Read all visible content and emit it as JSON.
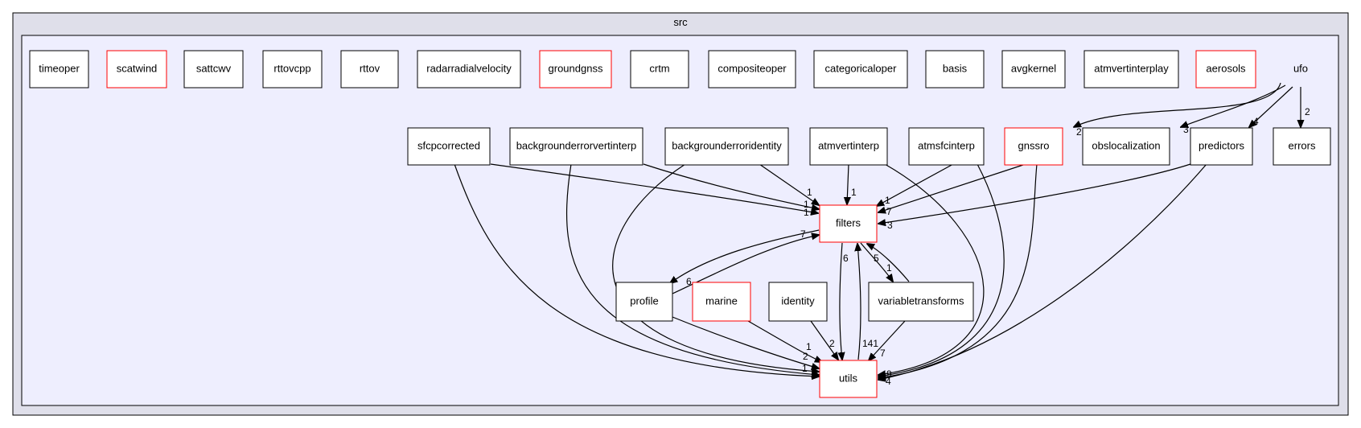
{
  "clusters": {
    "outer_label": "src",
    "inner_label": "ufo"
  },
  "nodes": {
    "timeoper": "timeoper",
    "scatwind": "scatwind",
    "sattcwv": "sattcwv",
    "rttovcpp": "rttovcpp",
    "rttov": "rttov",
    "radarradialvelocity": "radarradialvelocity",
    "groundgnss": "groundgnss",
    "crtm": "crtm",
    "compositeoper": "compositeoper",
    "categoricaloper": "categoricaloper",
    "basis": "basis",
    "avgkernel": "avgkernel",
    "atmvertinterplay": "atmvertinterplay",
    "aerosols": "aerosols",
    "sfcpcorrected": "sfcpcorrected",
    "backgrounderrorvertinterp": "backgrounderrorvertinterp",
    "backgrounderroridentity": "backgrounderroridentity",
    "atmvertinterp": "atmvertinterp",
    "atmsfcinterp": "atmsfcinterp",
    "gnssro": "gnssro",
    "obslocalization": "obslocalization",
    "predictors": "predictors",
    "errors": "errors",
    "filters": "filters",
    "profile": "profile",
    "marine": "marine",
    "identity": "identity",
    "variabletransforms": "variabletransforms",
    "utils": "utils"
  },
  "edge_labels": {
    "ufo_gnssro": "2",
    "ufo_obslocalization": "3",
    "ufo_predictors": "4",
    "ufo_errors": "2",
    "bei_filters": "1",
    "sfcp_filters": "1",
    "bevi_filters": "1",
    "atmvertinterp_filters": "1",
    "atmsfcinterp_filters": "1",
    "gnssro_filters": "7",
    "predictors_filters": "3",
    "profile_filters": "7",
    "filters_profile": "6",
    "filters_utils": "6",
    "utils_filters": "141",
    "vt_filters": "1",
    "filters_vt": "5",
    "marine_utils": "1",
    "profile_utils": "2",
    "identity_utils": "2",
    "vt_utils": "7",
    "bei_utils": "1",
    "gnssro_utils": "9",
    "predictors_utils": "4"
  },
  "colors": {
    "outer_cluster_fill": "#dfdfea",
    "inner_cluster_fill": "#eeeefe",
    "highlight_border": "#ff0000"
  }
}
